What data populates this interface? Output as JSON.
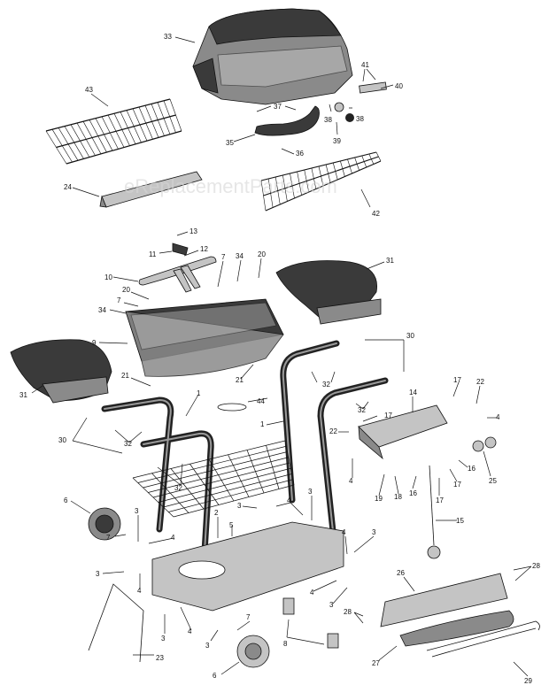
{
  "watermark": "eReplacementParts.com",
  "callouts": {
    "c33": "33",
    "c41": "41",
    "c40": "40",
    "c43": "43",
    "c37": "37",
    "c38a": "38",
    "c38b": "38",
    "c39": "39",
    "c35": "35",
    "c36": "36",
    "c24": "24",
    "c42": "42",
    "c13": "13",
    "c11": "11",
    "c12": "12",
    "c10": "10",
    "c7a": "7",
    "c34a": "34",
    "c20a": "20",
    "c31a": "31",
    "c20b": "20",
    "c7b": "7",
    "c34b": "34",
    "c9": "9",
    "c30a": "30",
    "c21a": "21",
    "c21b": "21",
    "c32a": "32",
    "c31b": "31",
    "c1a": "1",
    "c44": "44",
    "c17a": "17",
    "c22a": "22",
    "c14": "14",
    "c32b": "32",
    "c4a": "4",
    "c1b": "1",
    "c17b": "17",
    "c22b": "22",
    "c30b": "30",
    "c32c": "32",
    "c16a": "16",
    "c25": "25",
    "c32d": "32",
    "c4b": "4",
    "c19": "19",
    "c18": "18",
    "c16b": "16",
    "c17c": "17",
    "c17d": "17",
    "c6a": "6",
    "c3a": "3",
    "c3b": "3",
    "c4c": "4",
    "c2": "2",
    "c5": "5",
    "c15": "15",
    "c3c": "3",
    "c4d": "4",
    "c7c": "7",
    "c4e": "4",
    "c3d": "3",
    "c4f": "4",
    "c4g": "4",
    "c3e": "3",
    "c26": "26",
    "c28a": "28",
    "c4h": "4",
    "c3f": "3",
    "c28b": "28",
    "c3g": "3",
    "c4i": "4",
    "c8": "8",
    "c7d": "7",
    "c3h": "3",
    "c23": "23",
    "c27": "27",
    "c29": "29",
    "c6b": "6"
  }
}
